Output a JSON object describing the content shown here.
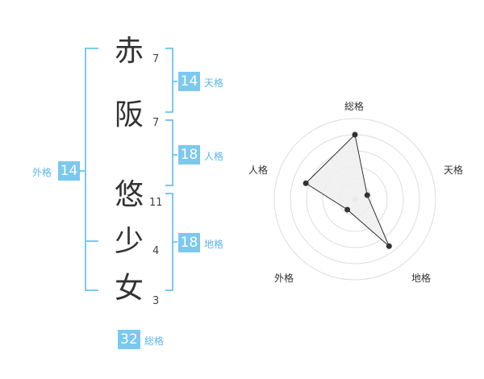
{
  "name_chars": [
    {
      "char": "赤",
      "strokes": "7"
    },
    {
      "char": "阪",
      "strokes": "7"
    },
    {
      "char": "悠",
      "strokes": "11"
    },
    {
      "char": "少",
      "strokes": "4"
    },
    {
      "char": "女",
      "strokes": "3"
    }
  ],
  "scores": {
    "tenkaku": {
      "value": "14",
      "label": "天格"
    },
    "jinkaku": {
      "value": "18",
      "label": "人格"
    },
    "chikaku": {
      "value": "18",
      "label": "地格"
    },
    "gaikaku": {
      "value": "14",
      "label": "外格"
    },
    "soukaku": {
      "value": "32",
      "label": "総格"
    }
  },
  "radar": {
    "axes": [
      "総格",
      "天格",
      "地格",
      "外格",
      "人格"
    ],
    "levels": [
      4,
      0.8,
      3.6,
      0.8,
      3.2
    ],
    "max": 5,
    "line_color": "#333333",
    "fill_color": "#eeeeee",
    "grid_color": "#dddddd",
    "bracket_color": "#7cc8ef"
  }
}
